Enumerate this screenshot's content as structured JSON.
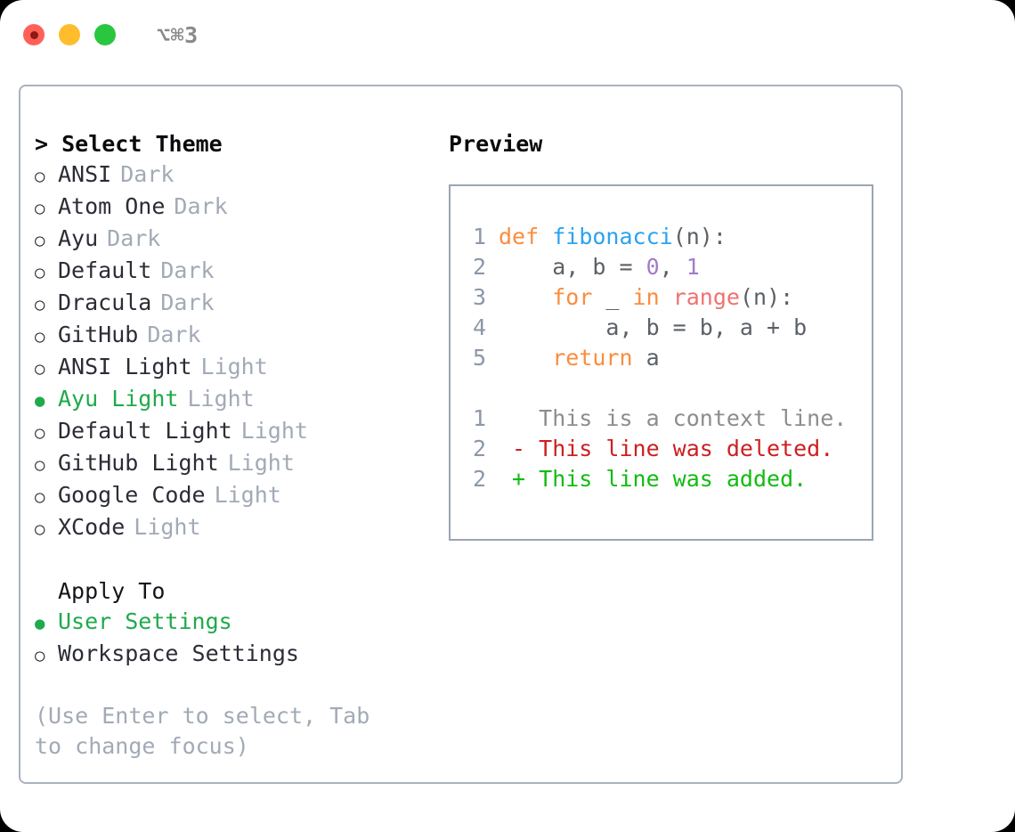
{
  "titlebar": {
    "shortcut": "⌥⌘3",
    "lights": [
      {
        "name": "close",
        "color": "#ff6159"
      },
      {
        "name": "minimize",
        "color": "#ffbd2e"
      },
      {
        "name": "maximize",
        "color": "#29c63f"
      }
    ]
  },
  "theme_panel": {
    "heading": "> Select Theme",
    "items": [
      {
        "bullet": "○",
        "name": "ANSI",
        "variant": "Dark",
        "selected": false
      },
      {
        "bullet": "○",
        "name": "Atom One",
        "variant": "Dark",
        "selected": false
      },
      {
        "bullet": "○",
        "name": "Ayu",
        "variant": "Dark",
        "selected": false
      },
      {
        "bullet": "○",
        "name": "Default",
        "variant": "Dark",
        "selected": false
      },
      {
        "bullet": "○",
        "name": "Dracula",
        "variant": "Dark",
        "selected": false
      },
      {
        "bullet": "○",
        "name": "GitHub",
        "variant": "Dark",
        "selected": false
      },
      {
        "bullet": "○",
        "name": "ANSI Light",
        "variant": "Light",
        "selected": false
      },
      {
        "bullet": "●",
        "name": "Ayu Light",
        "variant": "Light",
        "selected": true
      },
      {
        "bullet": "○",
        "name": "Default Light",
        "variant": "Light",
        "selected": false
      },
      {
        "bullet": "○",
        "name": "GitHub Light",
        "variant": "Light",
        "selected": false
      },
      {
        "bullet": "○",
        "name": "Google Code",
        "variant": "Light",
        "selected": false
      },
      {
        "bullet": "○",
        "name": "XCode",
        "variant": "Light",
        "selected": false
      }
    ]
  },
  "apply_to": {
    "heading": "Apply To",
    "items": [
      {
        "bullet": "●",
        "name": "User Settings",
        "selected": true
      },
      {
        "bullet": "○",
        "name": "Workspace Settings",
        "selected": false
      }
    ]
  },
  "hint": "(Use Enter to select, Tab to change focus)",
  "preview": {
    "heading": "Preview",
    "code_lines": [
      {
        "lno": "1",
        "tokens": [
          {
            "t": "def ",
            "c": "t-kw"
          },
          {
            "t": "fibonacci",
            "c": "t-fn"
          },
          {
            "t": "(n):",
            "c": "t-pl"
          }
        ]
      },
      {
        "lno": "2",
        "tokens": [
          {
            "t": "    a, b = ",
            "c": "t-pl"
          },
          {
            "t": "0",
            "c": "t-num"
          },
          {
            "t": ", ",
            "c": "t-pl"
          },
          {
            "t": "1",
            "c": "t-num"
          }
        ]
      },
      {
        "lno": "3",
        "tokens": [
          {
            "t": "    ",
            "c": "t-pl"
          },
          {
            "t": "for",
            "c": "t-kw"
          },
          {
            "t": " _ ",
            "c": "t-pl"
          },
          {
            "t": "in",
            "c": "t-kw"
          },
          {
            "t": " ",
            "c": "t-pl"
          },
          {
            "t": "range",
            "c": "t-call"
          },
          {
            "t": "(n):",
            "c": "t-pl"
          }
        ]
      },
      {
        "lno": "4",
        "tokens": [
          {
            "t": "        a, b = b, a + b",
            "c": "t-pl"
          }
        ]
      },
      {
        "lno": "5",
        "tokens": [
          {
            "t": "    ",
            "c": "t-pl"
          },
          {
            "t": "return",
            "c": "t-kw"
          },
          {
            "t": " a",
            "c": "t-pl"
          }
        ]
      }
    ],
    "diff_lines": [
      {
        "lno": "1",
        "tokens": [
          {
            "t": "   This is a context line.",
            "c": "t-ctx"
          }
        ]
      },
      {
        "lno": "2",
        "tokens": [
          {
            "t": " - This line was deleted.",
            "c": "t-del"
          }
        ]
      },
      {
        "lno": "2",
        "tokens": [
          {
            "t": " + This line was added.",
            "c": "t-add"
          }
        ]
      }
    ]
  },
  "colors": {
    "accent_green": "#1faa4b",
    "muted_gray": "#a2aab6",
    "border": "#a8b2c0",
    "preview_border": "#9aa5b3",
    "keyword_orange": "#fa8d3e",
    "function_blue": "#2aa3ef",
    "number_purple": "#a37acc",
    "call_red": "#f07171",
    "diff_deleted": "#cc2020",
    "diff_added": "#12bb12"
  }
}
